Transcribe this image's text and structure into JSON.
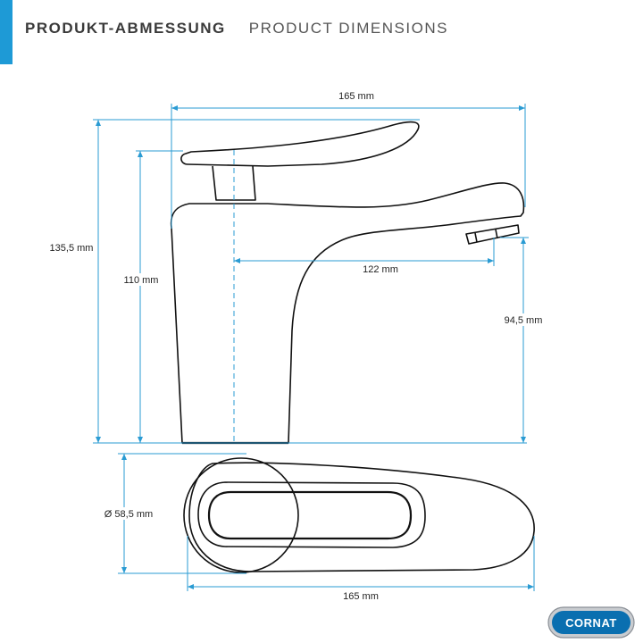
{
  "header": {
    "title_de": "PRODUKT-ABMESSUNG",
    "title_en": "PRODUCT DIMENSIONS"
  },
  "dimensions": {
    "top_width": "165 mm",
    "total_height": "135,5 mm",
    "body_height": "110 mm",
    "spout_reach": "122 mm",
    "spout_height": "94,5 mm",
    "base_diameter": "Ø 58,5 mm",
    "bottom_width": "165 mm"
  },
  "logo": {
    "text": "CORNAT"
  },
  "colors": {
    "accent": "#1e9ad6",
    "dimension_line": "#2a9bd3",
    "outline": "#111111"
  }
}
